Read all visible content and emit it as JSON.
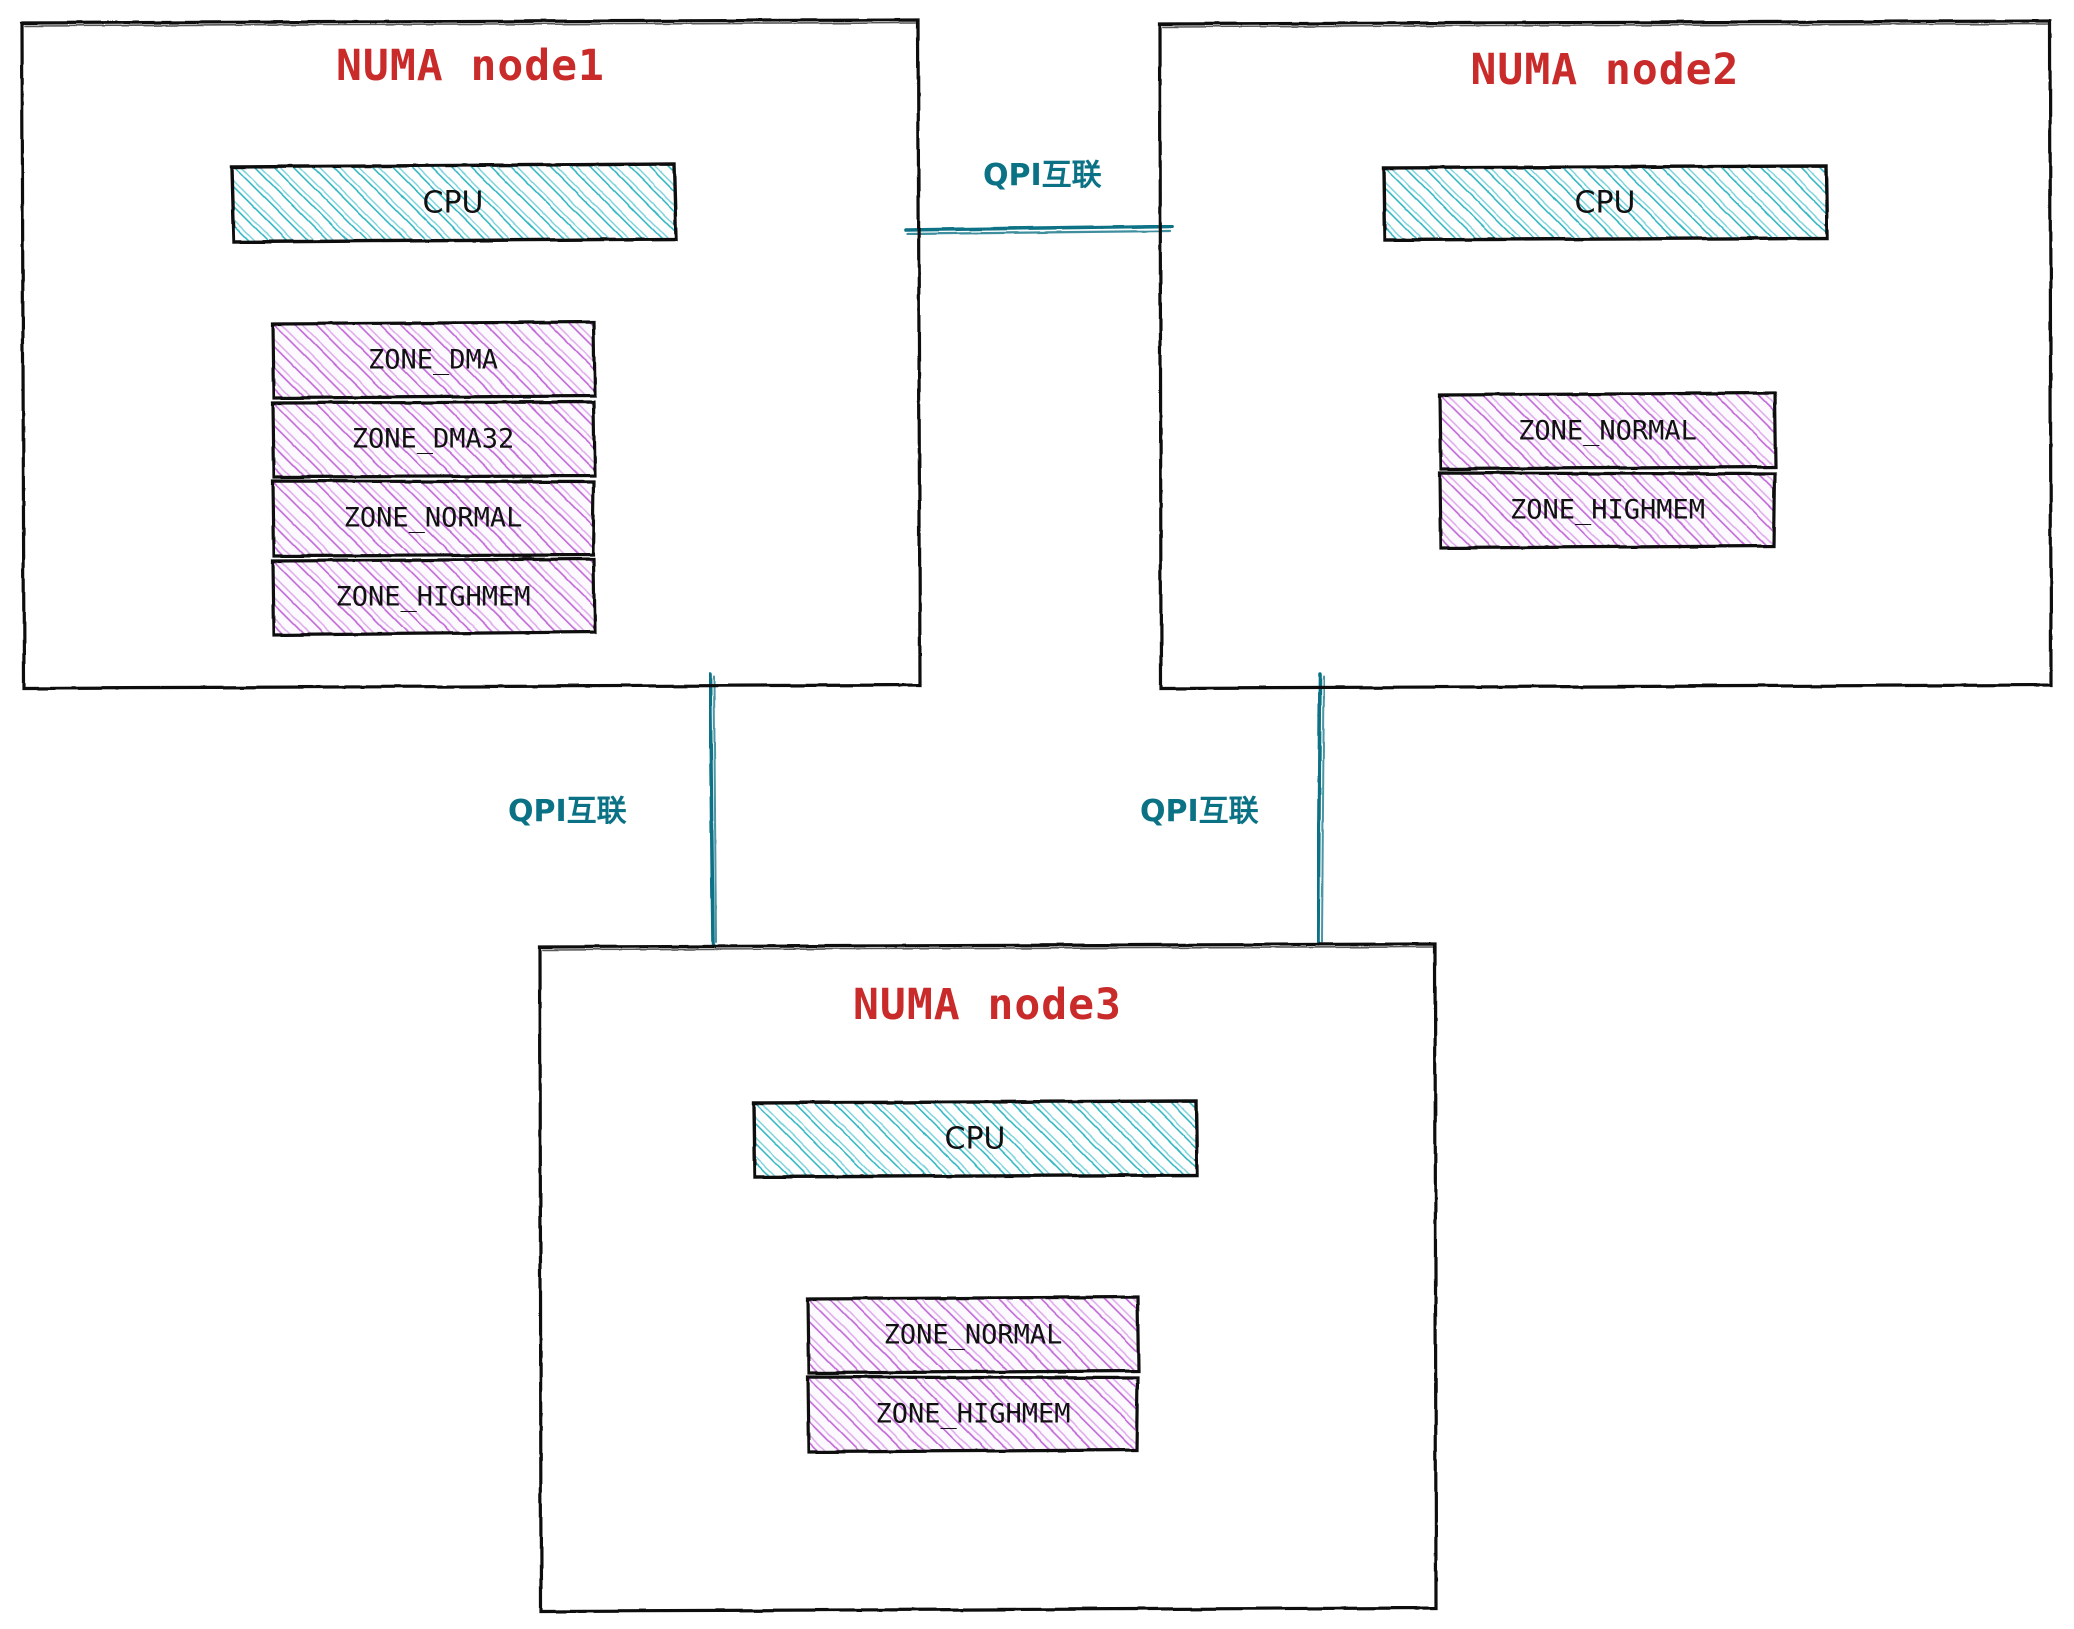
{
  "diagram": {
    "title_color": "#c92a2a",
    "cpu_fill_color": "#0bb0c4",
    "zone_fill_color": "#b84ecb",
    "link_color": "#0b7285",
    "stroke_color": "#1a1a1a"
  },
  "nodes": [
    {
      "id": "node1",
      "title": "NUMA node1",
      "cpu": {
        "label": "CPU"
      },
      "zones": [
        {
          "label": "ZONE_DMA"
        },
        {
          "label": "ZONE_DMA32"
        },
        {
          "label": "ZONE_NORMAL"
        },
        {
          "label": "ZONE_HIGHMEM"
        }
      ]
    },
    {
      "id": "node2",
      "title": "NUMA node2",
      "cpu": {
        "label": "CPU"
      },
      "zones": [
        {
          "label": "ZONE_NORMAL"
        },
        {
          "label": "ZONE_HIGHMEM"
        }
      ]
    },
    {
      "id": "node3",
      "title": "NUMA node3",
      "cpu": {
        "label": "CPU"
      },
      "zones": [
        {
          "label": "ZONE_NORMAL"
        },
        {
          "label": "ZONE_HIGHMEM"
        }
      ]
    }
  ],
  "links": [
    {
      "id": "link-node1-node2",
      "label": "QPI互联"
    },
    {
      "id": "link-node1-node3",
      "label": "QPI互联"
    },
    {
      "id": "link-node2-node3",
      "label": "QPI互联"
    }
  ]
}
